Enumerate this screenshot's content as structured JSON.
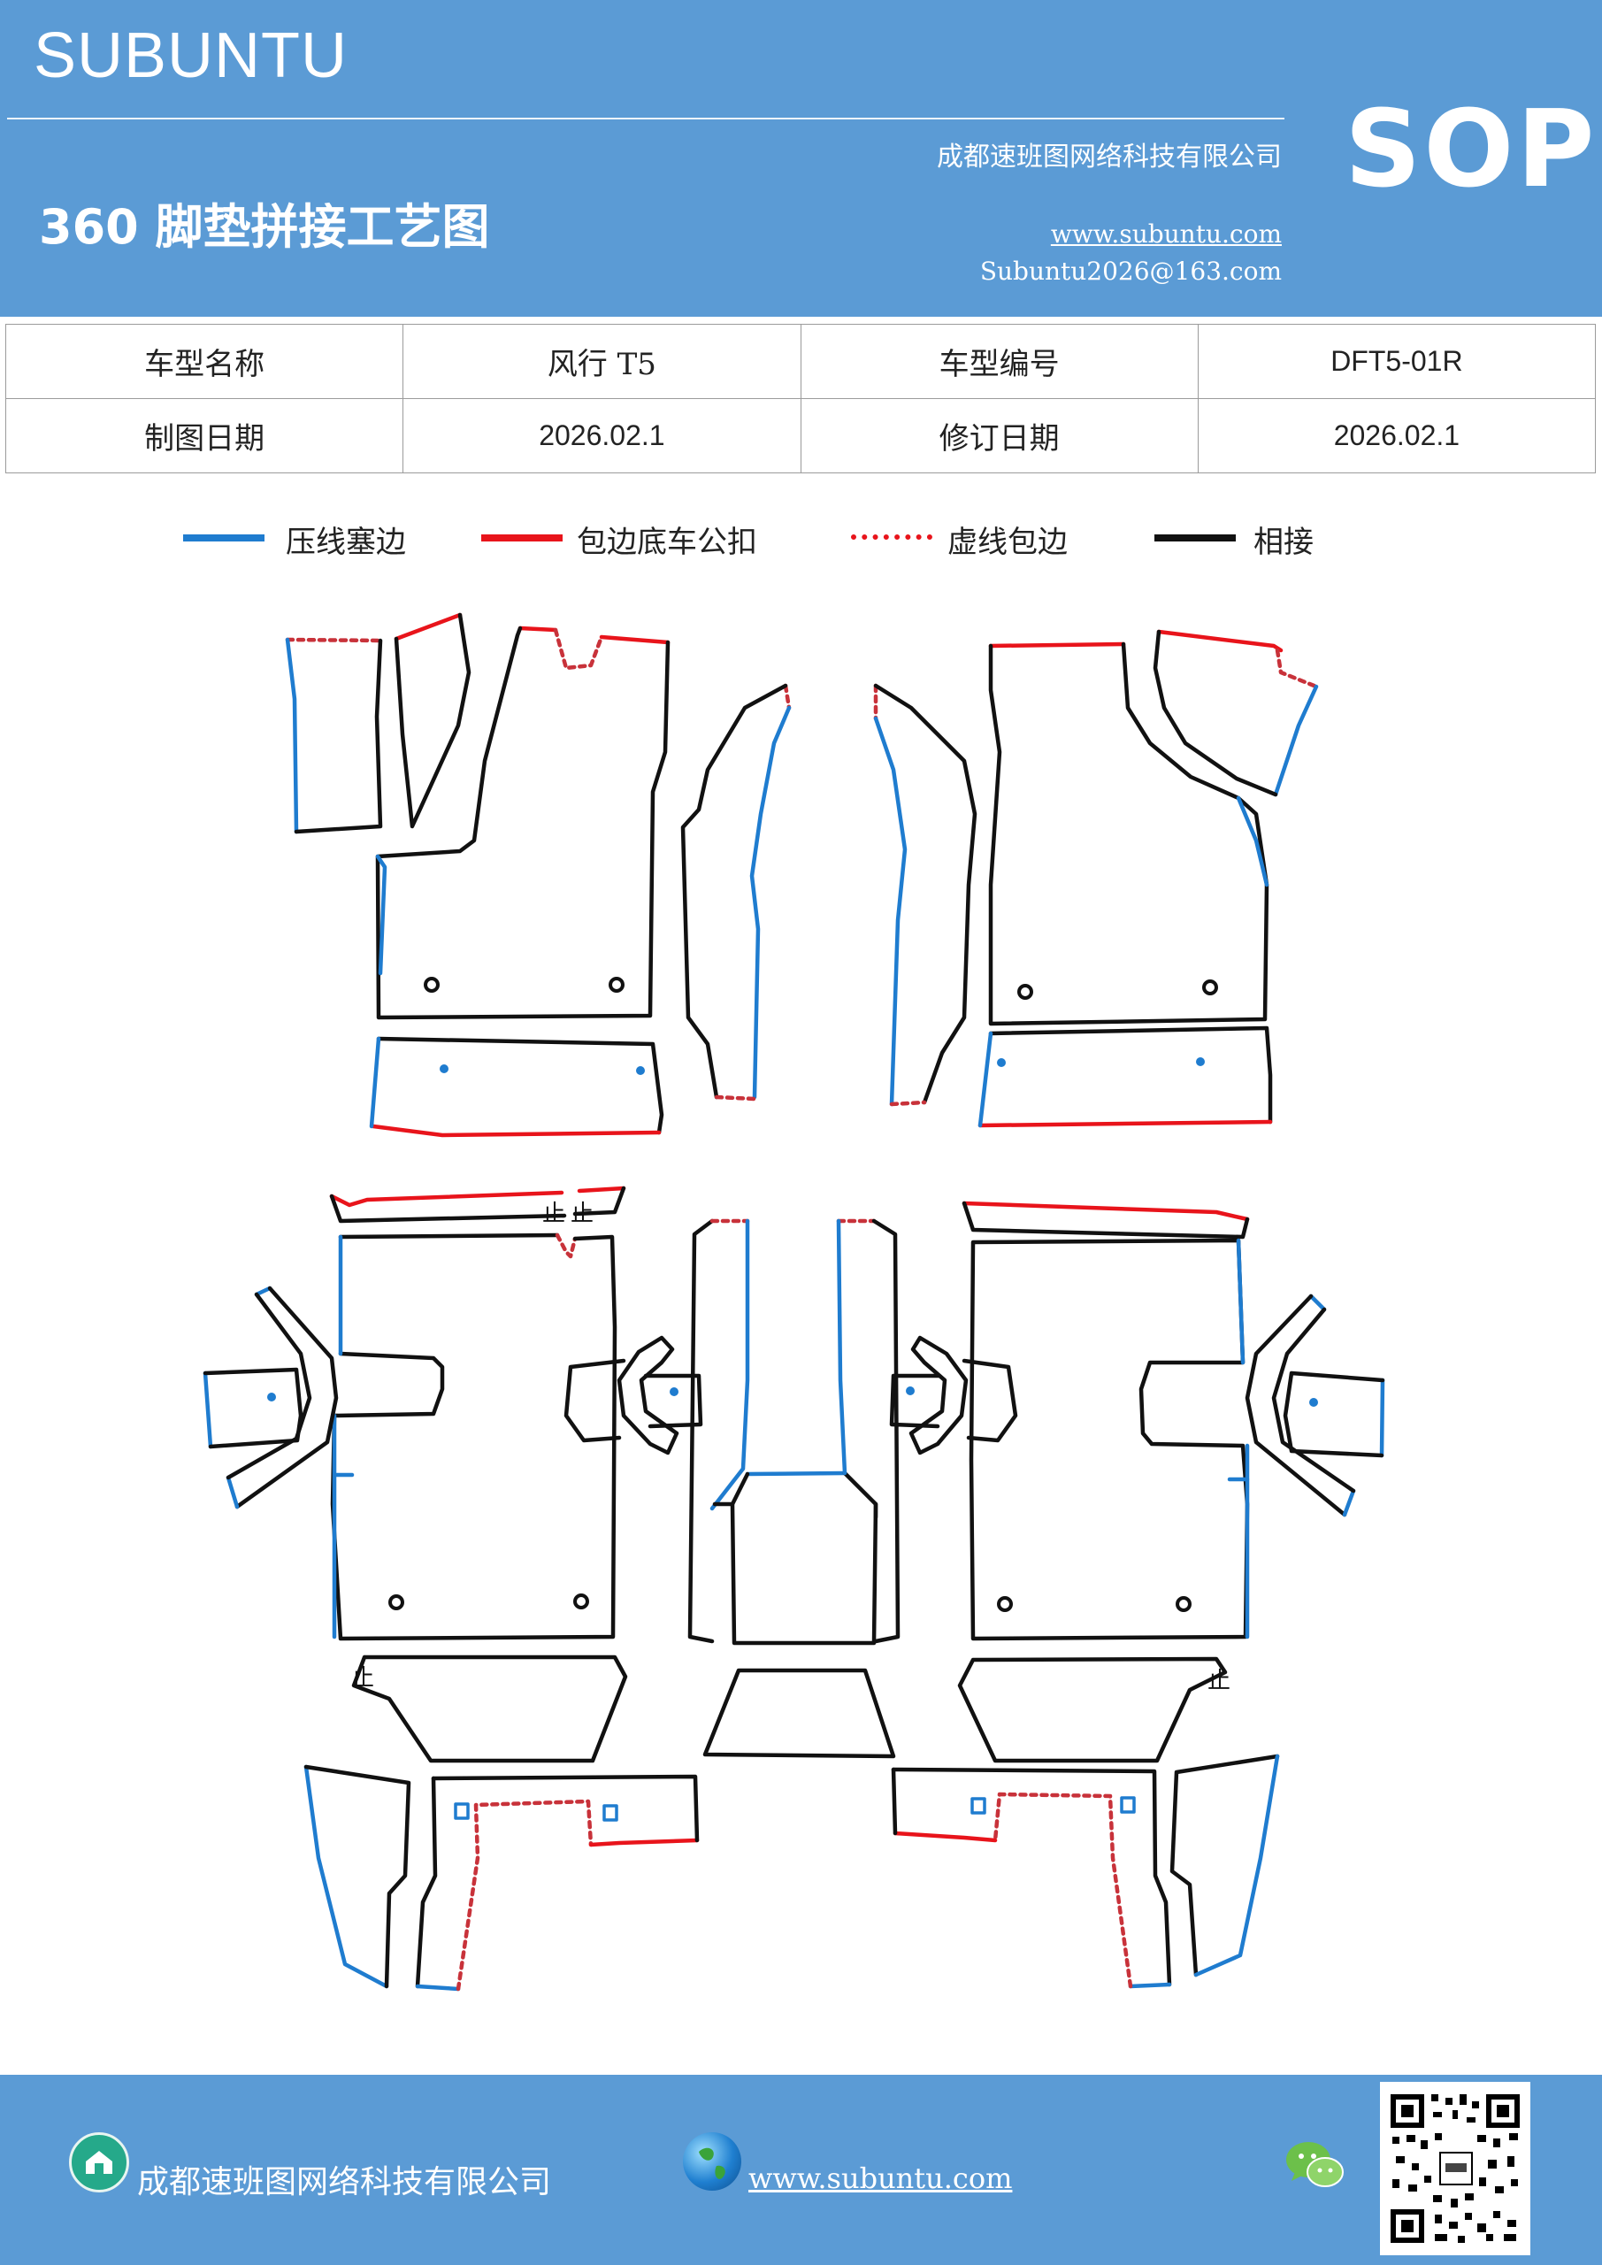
{
  "header": {
    "brand": "SUBUNTU",
    "company": "成都速班图网络科技有限公司",
    "title": "360 脚垫拼接工艺图",
    "website": "www.subuntu.com",
    "email": "Subuntu2026@163.com",
    "badge": "SOP"
  },
  "info": {
    "model_name_label": "车型名称",
    "model_name": "风行 T5",
    "model_code_label": "车型编号",
    "model_code": "DFT5-01R",
    "draw_date_label": "制图日期",
    "draw_date": "2026.02.1",
    "revise_date_label": "修订日期",
    "revise_date": "2026.02.1"
  },
  "legend": [
    {
      "label": "压线塞边",
      "color": "#1f7ccf",
      "style": "solid"
    },
    {
      "label": "包边底车公扣",
      "color": "#e8141b",
      "style": "solid"
    },
    {
      "label": "虚线包边",
      "color": "#e8141b",
      "style": "dashed"
    },
    {
      "label": "相接",
      "color": "#111111",
      "style": "solid"
    }
  ],
  "diagram": {
    "marker_text": "止"
  },
  "footer": {
    "company": "成都速班图网络科技有限公司",
    "website": "www.subuntu.com",
    "icons": [
      "home-icon",
      "globe-icon",
      "wechat-icon",
      "qr-code"
    ]
  }
}
